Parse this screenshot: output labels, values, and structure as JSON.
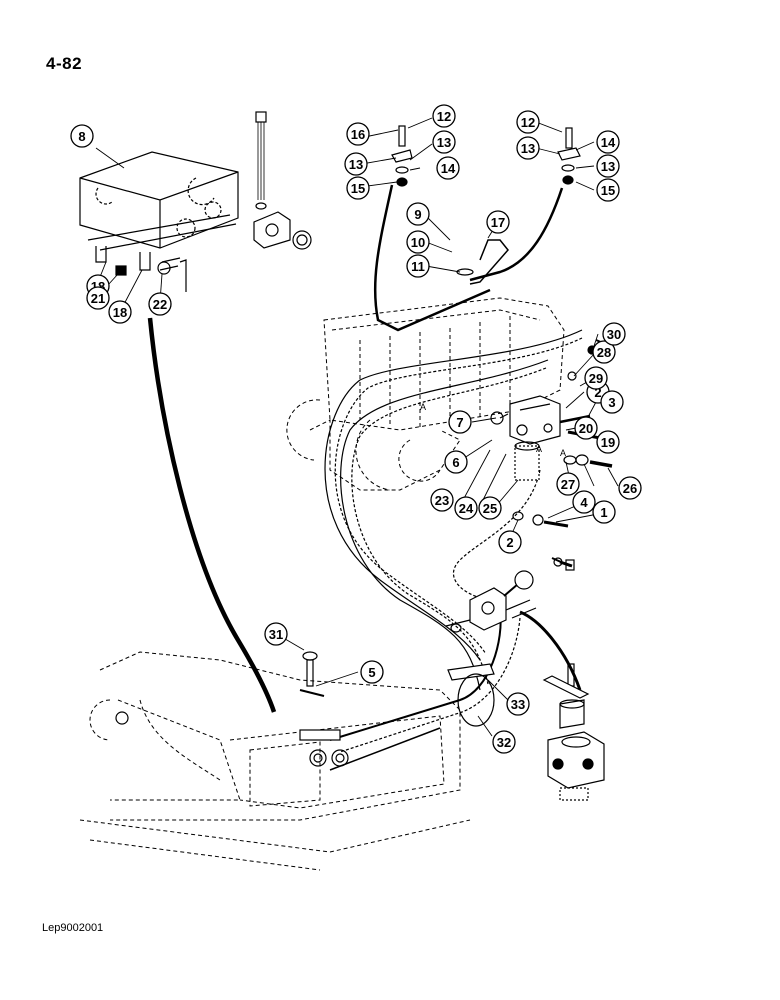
{
  "page": {
    "number": "4-82",
    "footer_code": "Lep9002001"
  },
  "callouts": [
    {
      "id": "c1",
      "label": "1"
    },
    {
      "id": "c2a",
      "label": "2"
    },
    {
      "id": "c2b",
      "label": "2"
    },
    {
      "id": "c3",
      "label": "3"
    },
    {
      "id": "c4",
      "label": "4"
    },
    {
      "id": "c5",
      "label": "5"
    },
    {
      "id": "c6",
      "label": "6"
    },
    {
      "id": "c7",
      "label": "7"
    },
    {
      "id": "c8",
      "label": "8"
    },
    {
      "id": "c9",
      "label": "9"
    },
    {
      "id": "c10",
      "label": "10"
    },
    {
      "id": "c11",
      "label": "11"
    },
    {
      "id": "c12a",
      "label": "12"
    },
    {
      "id": "c12b",
      "label": "12"
    },
    {
      "id": "c13a",
      "label": "13"
    },
    {
      "id": "c13b",
      "label": "13"
    },
    {
      "id": "c13c",
      "label": "13"
    },
    {
      "id": "c13d",
      "label": "13"
    },
    {
      "id": "c14a",
      "label": "14"
    },
    {
      "id": "c14b",
      "label": "14"
    },
    {
      "id": "c15a",
      "label": "15"
    },
    {
      "id": "c15b",
      "label": "15"
    },
    {
      "id": "c16",
      "label": "16"
    },
    {
      "id": "c17",
      "label": "17"
    },
    {
      "id": "c18a",
      "label": "18"
    },
    {
      "id": "c18b",
      "label": "18"
    },
    {
      "id": "c19",
      "label": "19"
    },
    {
      "id": "c20",
      "label": "20"
    },
    {
      "id": "c21",
      "label": "21"
    },
    {
      "id": "c22",
      "label": "22"
    },
    {
      "id": "c23",
      "label": "23"
    },
    {
      "id": "c24",
      "label": "24"
    },
    {
      "id": "c25",
      "label": "25"
    },
    {
      "id": "c26",
      "label": "26"
    },
    {
      "id": "c27",
      "label": "27"
    },
    {
      "id": "c28",
      "label": "28"
    },
    {
      "id": "c29",
      "label": "29"
    },
    {
      "id": "c30",
      "label": "30"
    },
    {
      "id": "c31",
      "label": "31"
    },
    {
      "id": "c32",
      "label": "32"
    },
    {
      "id": "c33",
      "label": "33"
    }
  ],
  "markers": [
    "A",
    "A",
    "A"
  ]
}
